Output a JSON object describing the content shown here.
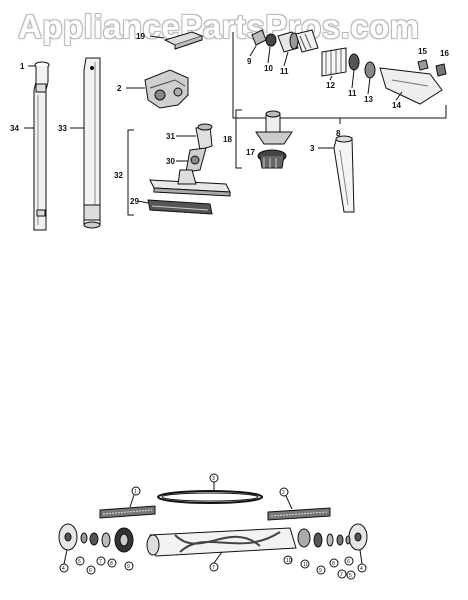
{
  "watermark": "AppliancePartsPros.com",
  "colors": {
    "ink": "#111111",
    "paper": "#ffffff",
    "watermark": "#b9b9b9"
  },
  "top_labels": {
    "p1": "1",
    "p2": "2",
    "p3": "3",
    "p8": "8",
    "p9": "9",
    "p10": "10",
    "p11a": "11",
    "p11b": "11",
    "p12": "12",
    "p13": "13",
    "p14": "14",
    "p15": "15",
    "p16": "16",
    "p17": "17",
    "p18": "18",
    "p19": "19",
    "p29": "29",
    "p30": "30",
    "p31": "31",
    "p32": "32",
    "p33": "33",
    "p34": "34"
  },
  "bottom_labels": {
    "belt": "3",
    "bristle_left": "1",
    "bristle_right": "2",
    "brush_roll": "7",
    "end_cap_left": "4",
    "end_cap_right": "4",
    "small_parts": [
      "5",
      "6",
      "7",
      "8",
      "9",
      "10",
      "11",
      "9",
      "8",
      "7",
      "6",
      "5"
    ]
  }
}
